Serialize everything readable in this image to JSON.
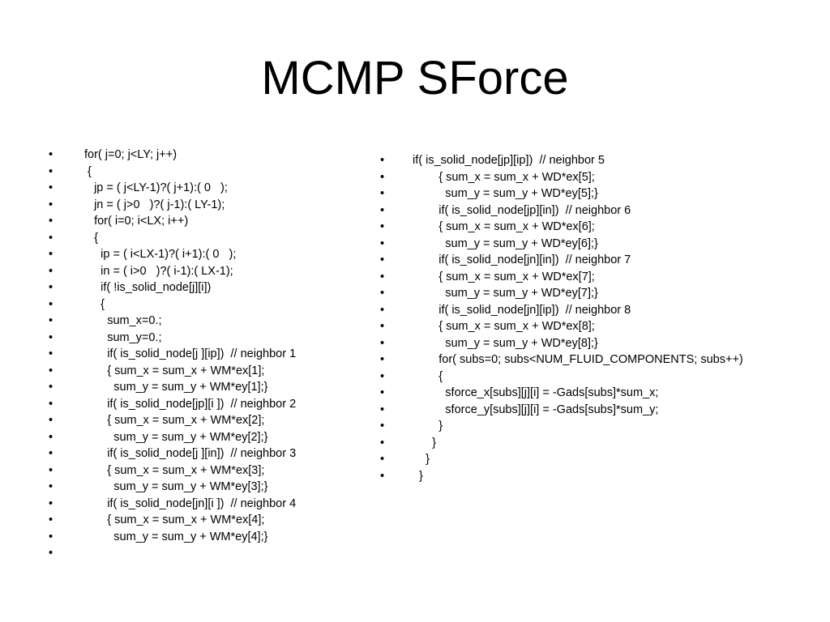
{
  "slide": {
    "title": "MCMP SForce",
    "bullet_glyph": "•",
    "left_column": [
      "for( j=0; j<LY; j++)",
      " {",
      "   jp = ( j<LY-1)?( j+1):( 0   );",
      "   jn = ( j>0   )?( j-1):( LY-1);",
      "   for( i=0; i<LX; i++)",
      "   {",
      "     ip = ( i<LX-1)?( i+1):( 0   );",
      "     in = ( i>0   )?( i-1):( LX-1);",
      "     if( !is_solid_node[j][i])",
      "     {",
      "       sum_x=0.;",
      "       sum_y=0.;",
      "       if( is_solid_node[j ][ip])  // neighbor 1",
      "       { sum_x = sum_x + WM*ex[1];",
      "         sum_y = sum_y + WM*ey[1];}",
      "       if( is_solid_node[jp][i ])  // neighbor 2",
      "       { sum_x = sum_x + WM*ex[2];",
      "         sum_y = sum_y + WM*ey[2];}",
      "       if( is_solid_node[j ][in])  // neighbor 3",
      "       { sum_x = sum_x + WM*ex[3];",
      "         sum_y = sum_y + WM*ey[3];}",
      "       if( is_solid_node[jn][i ])  // neighbor 4",
      "       { sum_x = sum_x + WM*ex[4];",
      "         sum_y = sum_y + WM*ey[4];}",
      ""
    ],
    "right_column": [
      "if( is_solid_node[jp][ip])  // neighbor 5",
      "        { sum_x = sum_x + WD*ex[5];",
      "          sum_y = sum_y + WD*ey[5];}",
      "        if( is_solid_node[jp][in])  // neighbor 6",
      "        { sum_x = sum_x + WD*ex[6];",
      "          sum_y = sum_y + WD*ey[6];}",
      "        if( is_solid_node[jn][in])  // neighbor 7",
      "        { sum_x = sum_x + WD*ex[7];",
      "          sum_y = sum_y + WD*ey[7];}",
      "        if( is_solid_node[jn][ip])  // neighbor 8",
      "        { sum_x = sum_x + WD*ex[8];",
      "          sum_y = sum_y + WD*ey[8];}",
      "        for( subs=0; subs<NUM_FLUID_COMPONENTS; subs++)",
      "        {",
      "          sforce_x[subs][j][i] = -Gads[subs]*sum_x;",
      "          sforce_y[subs][j][i] = -Gads[subs]*sum_y;",
      "        }",
      "      }",
      "    }",
      "  }"
    ]
  }
}
